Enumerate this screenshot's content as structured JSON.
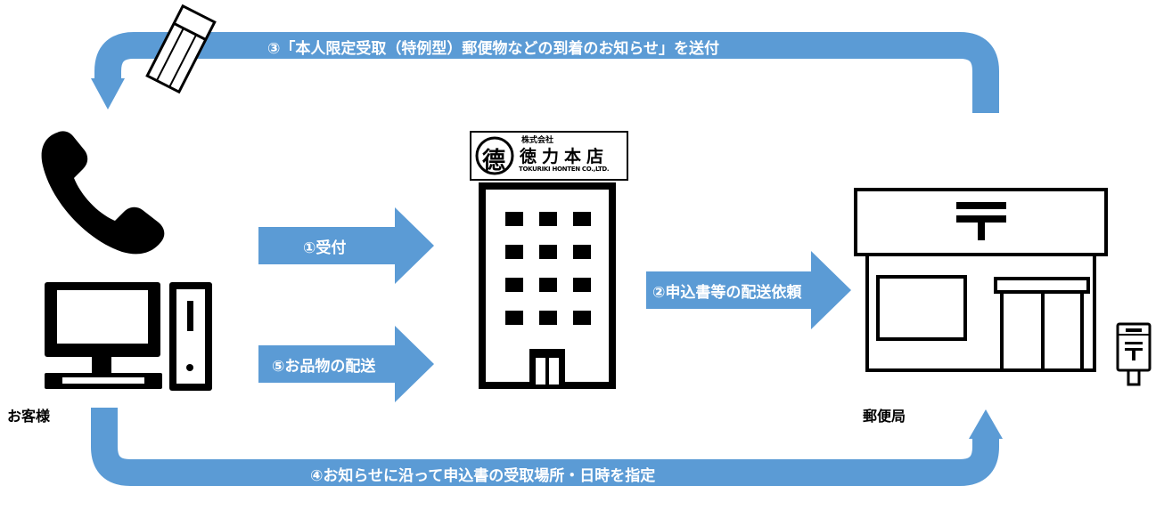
{
  "colors": {
    "arrow": "#5b9bd5",
    "ink": "#000000",
    "paper": "#ffffff"
  },
  "steps": {
    "step1": "①受付",
    "step2": "②申込書等の配送依頼",
    "step3": "③「本人限定受取（特例型）郵便物などの到着のお知らせ」を送付",
    "step4": "④お知らせに沿って申込書の受取場所・日時を指定",
    "step5": "⑤お品物の配送"
  },
  "nodes": {
    "customer": {
      "label": "お客様",
      "icons": [
        "phone-icon",
        "computer-icon",
        "notice-card-icon"
      ]
    },
    "company": {
      "icon": "office-building-icon",
      "logo": {
        "mark": "德",
        "type": "株式会社",
        "name": "徳力本店",
        "en": "TOKURIKI HONTEN CO.,LTD."
      }
    },
    "post_office": {
      "label": "郵便局",
      "icons": [
        "post-office-icon",
        "mailbox-icon"
      ]
    }
  }
}
